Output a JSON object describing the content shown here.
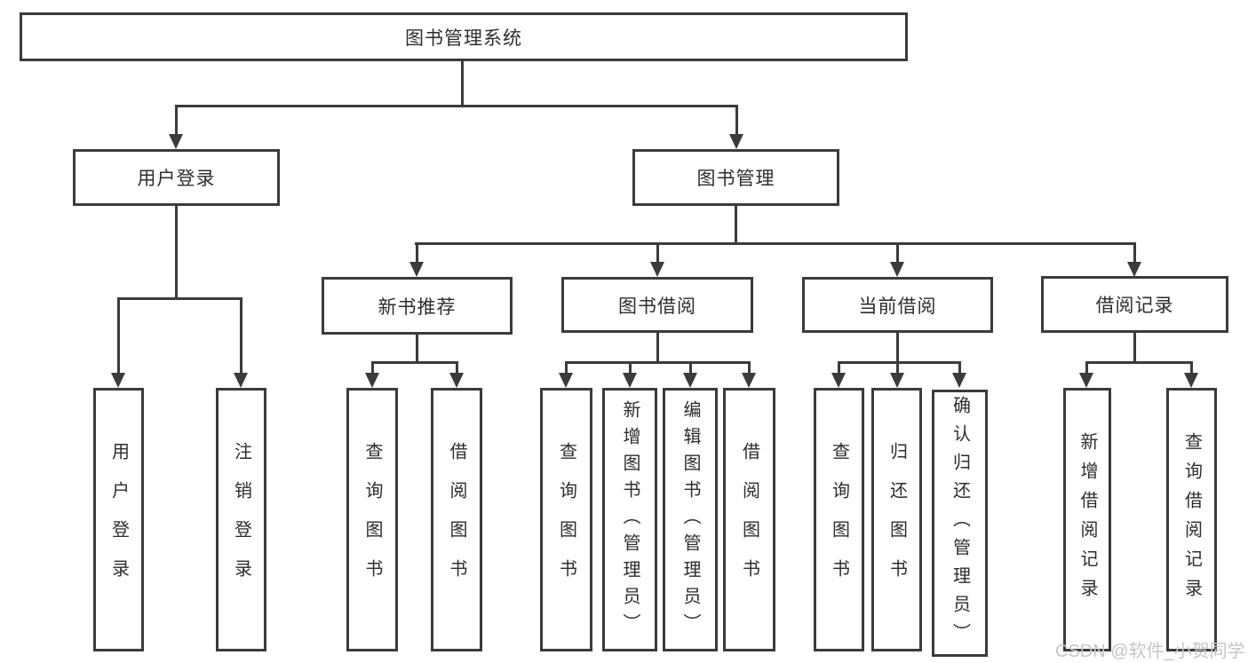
{
  "diagram": {
    "title": "图书管理系统",
    "watermark": "CSDN @软件_小贺同学",
    "colors": {
      "line": "#3b3b3b",
      "text": "#2d2d2d",
      "watermark": "#c6c6c6",
      "background": "#ffffff"
    },
    "nodes": {
      "root": {
        "label": "图书管理系统",
        "children": [
          "user_login",
          "book_management"
        ]
      },
      "user_login": {
        "label": "用户登录",
        "children": [
          "leaf_user_login",
          "leaf_logout"
        ]
      },
      "book_management": {
        "label": "图书管理",
        "children": [
          "new_book_recommend",
          "book_borrow",
          "current_borrow",
          "borrow_records"
        ]
      },
      "new_book_recommend": {
        "label": "新书推荐",
        "children": [
          "leaf_query_books_1",
          "leaf_borrow_books_1"
        ]
      },
      "book_borrow": {
        "label": "图书借阅",
        "children": [
          "leaf_query_books_2",
          "leaf_add_books",
          "leaf_edit_books",
          "leaf_borrow_books_2"
        ]
      },
      "current_borrow": {
        "label": "当前借阅",
        "children": [
          "leaf_query_books_3",
          "leaf_return_books",
          "leaf_confirm_return"
        ]
      },
      "borrow_records": {
        "label": "借阅记录",
        "children": [
          "leaf_add_record",
          "leaf_query_record"
        ]
      },
      "leaf_user_login": {
        "label": "用户登录"
      },
      "leaf_logout": {
        "label": "注销登录"
      },
      "leaf_query_books_1": {
        "label": "查询图书"
      },
      "leaf_borrow_books_1": {
        "label": "借阅图书"
      },
      "leaf_query_books_2": {
        "label": "查询图书"
      },
      "leaf_add_books": {
        "label": "新增图书（管理员）"
      },
      "leaf_edit_books": {
        "label": "编辑图书（管理员）"
      },
      "leaf_borrow_books_2": {
        "label": "借阅图书"
      },
      "leaf_query_books_3": {
        "label": "查询图书"
      },
      "leaf_return_books": {
        "label": "归还图书"
      },
      "leaf_confirm_return": {
        "label": "确认归还（管理员）"
      },
      "leaf_add_record": {
        "label": "新增借阅记录"
      },
      "leaf_query_record": {
        "label": "查询借阅记录"
      }
    }
  }
}
